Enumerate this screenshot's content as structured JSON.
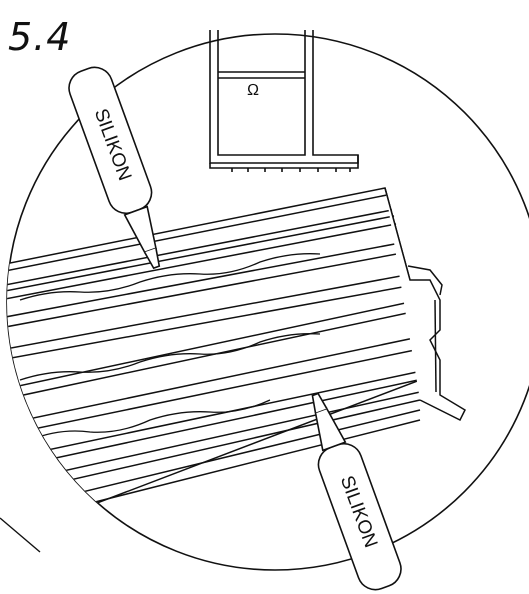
{
  "step": {
    "number": "5.4"
  },
  "tubes": [
    {
      "label": "SILIKON"
    },
    {
      "label": "SILIKON"
    }
  ],
  "profile_symbol": "Ω",
  "colors": {
    "stroke": "#111111",
    "background": "#ffffff"
  }
}
